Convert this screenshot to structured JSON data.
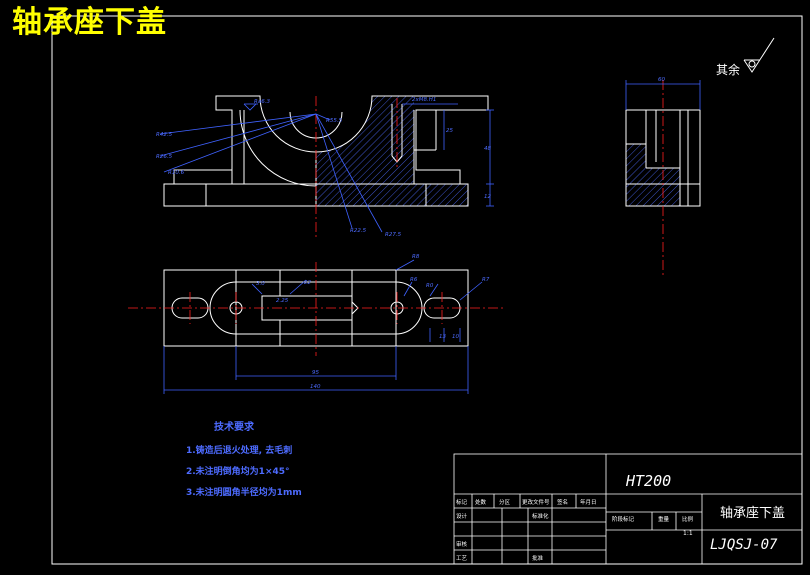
{
  "banner_title": "轴承座下盖",
  "roughness_other": "其余",
  "roughness_label": "Ra6.3",
  "dimensions": {
    "top_width": "60",
    "left_radius_1": "R42.5",
    "left_radius_2": "R26.5",
    "left_radius_3": "R10.6",
    "right_radius_1": "R55.5",
    "right_radius_2": "R22.5",
    "right_radius_3": "R27.5",
    "hole_callout": "2xM8.H1",
    "hole_depth": "25",
    "height_main": "48",
    "height_base": "12",
    "plan_r1": "R8",
    "plan_r2": "R6",
    "plan_r3": "R0",
    "plan_r4": "R7",
    "plan_w1": "3.0",
    "plan_w2": "2.25",
    "plan_w3": "22",
    "plan_c1": "13",
    "plan_c2": "10",
    "plan_len_mid": "95",
    "plan_len_total": "140"
  },
  "tech_notes": {
    "title": "技术要求",
    "items": [
      "1.铸造后退火处理, 去毛刺",
      "2.未注明倒角均为1×45°",
      "3.未注明圆角半径均为1mm"
    ]
  },
  "title_block": {
    "material": "HT200",
    "part_name": "轴承座下盖",
    "drawing_no": "LJQSJ-07",
    "scale": "1:1",
    "col_headers": [
      "标记",
      "处数",
      "分区",
      "更改文件号",
      "签名",
      "年月日"
    ],
    "row_labels": [
      "设计",
      "审核",
      "工艺"
    ],
    "std_label": "标准化",
    "approve_label": "批准",
    "stage_label": "阶段标记",
    "weight_label": "重量",
    "scale_label": "比例"
  },
  "colors": {
    "background": "#000000",
    "outline": "#ffffff",
    "dimension": "#3f62ff",
    "centerline": "#ff2020",
    "hatch": "#4d6bff",
    "banner": "#ffff00",
    "title_block_text": "#ffffff"
  }
}
